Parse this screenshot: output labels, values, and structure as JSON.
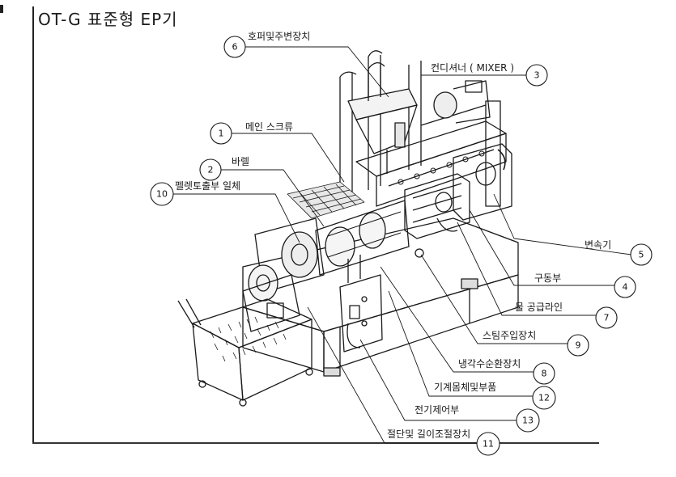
{
  "title": "OT-G 표준형 EP기",
  "callouts": [
    {
      "num": "1",
      "label": "메인 스크류"
    },
    {
      "num": "2",
      "label": "바렐"
    },
    {
      "num": "3",
      "label": "컨디셔너 ( MIXER )"
    },
    {
      "num": "4",
      "label": "구동부"
    },
    {
      "num": "5",
      "label": "변속기"
    },
    {
      "num": "6",
      "label": "호퍼및주변장치"
    },
    {
      "num": "7",
      "label": "물 공급라인"
    },
    {
      "num": "8",
      "label": "냉각수순환장치"
    },
    {
      "num": "9",
      "label": "스팀주입장치"
    },
    {
      "num": "10",
      "label": "펠렛토출부 일체"
    },
    {
      "num": "11",
      "label": "절단및 길이조절장치"
    },
    {
      "num": "12",
      "label": "기계몸체및부품"
    },
    {
      "num": "13",
      "label": "전기제어부"
    }
  ]
}
